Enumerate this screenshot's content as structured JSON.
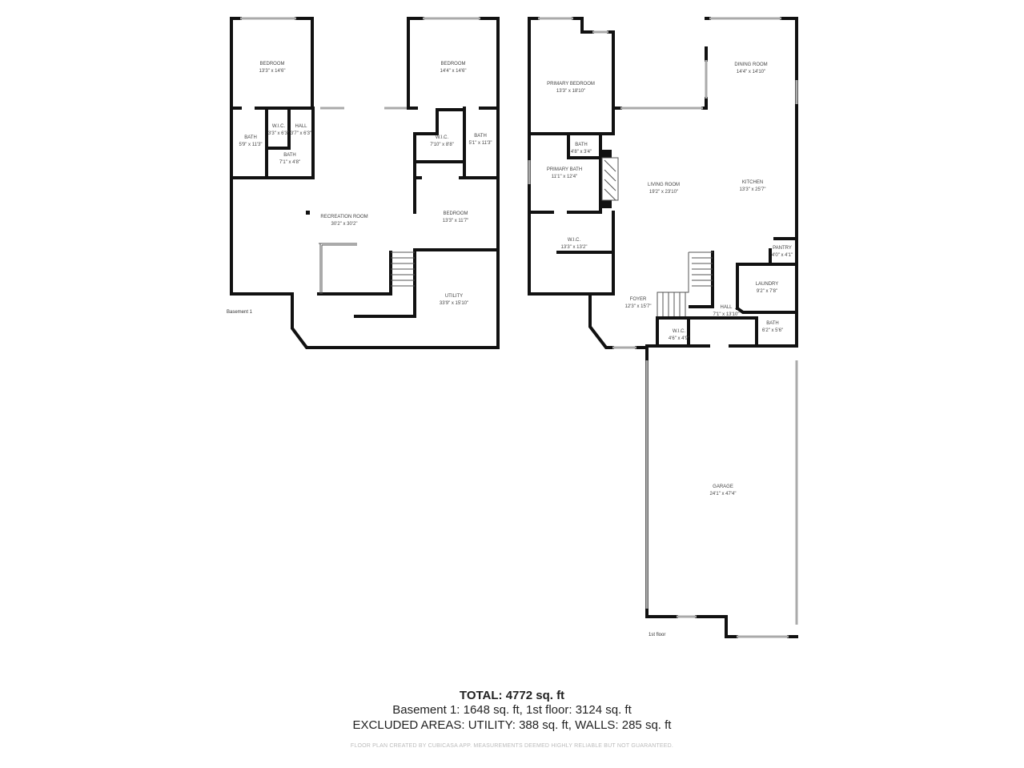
{
  "basement": {
    "label": "Basement 1",
    "rooms": [
      {
        "name": "BEDROOM",
        "size": "13'3\" x 14'6\""
      },
      {
        "name": "BEDROOM",
        "size": "14'4\" x 14'6\""
      },
      {
        "name": "BATH",
        "size": "5'9\" x 11'3\""
      },
      {
        "name": "W.I.C.",
        "size": "3'3\" x 6'3\""
      },
      {
        "name": "HALL",
        "size": "3'7\" x 6'3\""
      },
      {
        "name": "BATH",
        "size": "7'1\" x 4'8\""
      },
      {
        "name": "W.I.C.",
        "size": "7'10\" x 8'8\""
      },
      {
        "name": "BATH",
        "size": "5'1\" x 11'3\""
      },
      {
        "name": "RECREATION ROOM",
        "size": "30'2\" x 30'2\""
      },
      {
        "name": "BEDROOM",
        "size": "13'3\" x 11'7\""
      },
      {
        "name": "UTILITY",
        "size": "33'9\" x 15'10\""
      }
    ]
  },
  "first_floor": {
    "label": "1st floor",
    "rooms": [
      {
        "name": "PRIMARY BEDROOM",
        "size": "13'3\" x 18'10\""
      },
      {
        "name": "DINING ROOM",
        "size": "14'4\" x 14'10\""
      },
      {
        "name": "BATH",
        "size": "4'8\" x 3'4\""
      },
      {
        "name": "PRIMARY BATH",
        "size": "11'1\" x 12'4\""
      },
      {
        "name": "LIVING ROOM",
        "size": "19'2\" x 23'10\""
      },
      {
        "name": "KITCHEN",
        "size": "13'3\" x 25'7\""
      },
      {
        "name": "W.I.C.",
        "size": "13'3\" x 13'2\""
      },
      {
        "name": "PANTRY",
        "size": "4'0\" x 4'1\""
      },
      {
        "name": "LAUNDRY",
        "size": "9'2\" x 7'8\""
      },
      {
        "name": "FOYER",
        "size": "12'3\" x 15'7\""
      },
      {
        "name": "HALL",
        "size": "7'1\" x 13'10\""
      },
      {
        "name": "W.I.C.",
        "size": "4'6\" x 4'9\""
      },
      {
        "name": "BATH",
        "size": "6'2\" x 5'6\""
      },
      {
        "name": "GARAGE",
        "size": "24'1\" x 47'4\""
      }
    ]
  },
  "summary": {
    "total": "TOTAL: 4772 sq. ft",
    "floors": "Basement 1: 1648 sq. ft, 1st floor: 3124 sq. ft",
    "excluded": "EXCLUDED AREAS: UTILITY: 388 sq. ft, WALLS: 285 sq. ft",
    "credit": "FLOOR PLAN CREATED BY CUBICASA APP. MEASUREMENTS DEEMED HIGHLY RELIABLE BUT NOT GUARANTEED."
  }
}
